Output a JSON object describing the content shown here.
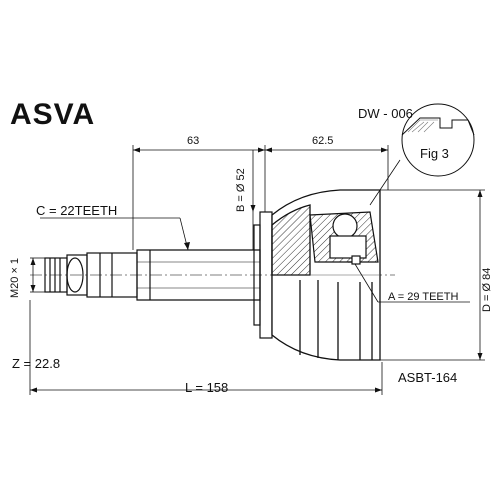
{
  "brand": "ASVA",
  "part_code": "DW - 006",
  "figure_label": "Fig 3",
  "dimensions": {
    "left_length": "63",
    "right_length": "62.5",
    "b_diameter": "B = Ø 52",
    "c_teeth": "C = 22TEETH",
    "thread": "M20 × 1",
    "a_teeth": "A = 29 TEETH",
    "d_diameter": "D = Ø 84",
    "z_value": "Z = 22.8",
    "l_length": "L = 158"
  },
  "alt_code": "ASBT-164"
}
